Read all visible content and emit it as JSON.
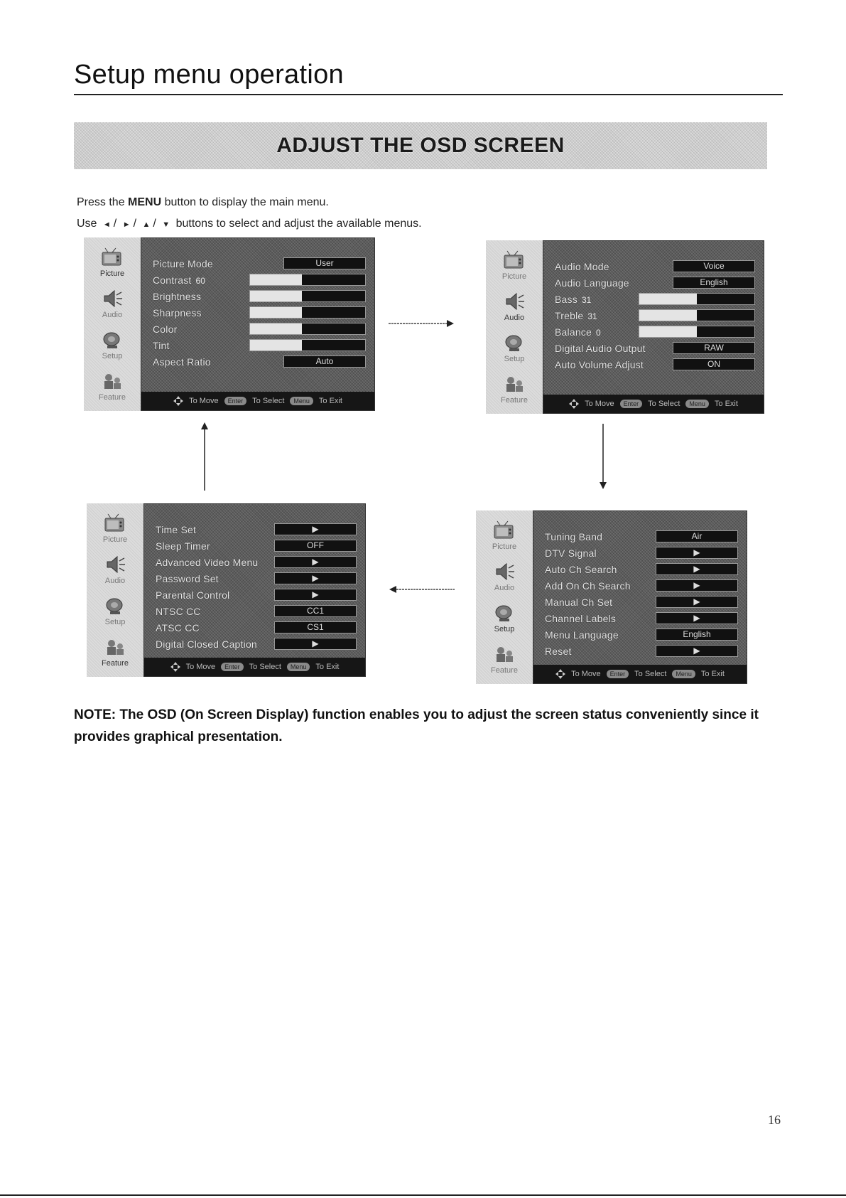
{
  "page": {
    "title": "Setup menu operation",
    "banner": "ADJUST THE OSD SCREEN",
    "intro_line1_pre": "Press the ",
    "intro_line1_bold": "MENU",
    "intro_line1_post": " button to display the main menu.",
    "intro_line2_pre": "Use",
    "intro_line2_post": "buttons to select and adjust the available menus.",
    "note": "NOTE: The OSD (On Screen Display) function enables you to adjust the screen status conveniently since it provides graphical presentation.",
    "page_number": "16"
  },
  "sidebar_labels": {
    "picture": "Picture",
    "audio": "Audio",
    "setup": "Setup",
    "feature": "Feature"
  },
  "footer": {
    "move": "To Move",
    "enter_pill": "Enter",
    "select": "To Select",
    "menu_pill": "Menu",
    "exit": "To Exit"
  },
  "screens": {
    "picture": {
      "rows": [
        {
          "label": "Picture Mode",
          "value": "User"
        },
        {
          "label": "Contrast",
          "num": "60",
          "level": 0.45
        },
        {
          "label": "Brightness",
          "level": 0.45
        },
        {
          "label": "Sharpness",
          "level": 0.45
        },
        {
          "label": "Color",
          "level": 0.45
        },
        {
          "label": "Tint",
          "level": 0.45
        },
        {
          "label": "Aspect Ratio",
          "value": "Auto"
        }
      ]
    },
    "audio": {
      "rows": [
        {
          "label": "Audio Mode",
          "value": "Voice"
        },
        {
          "label": "Audio Language",
          "value": "English"
        },
        {
          "label": "Bass",
          "num": "31",
          "level": 0.5
        },
        {
          "label": "Treble",
          "num": "31",
          "level": 0.5
        },
        {
          "label": "Balance",
          "num": "0",
          "level": 0.5
        },
        {
          "label": "Digital Audio Output",
          "value": "RAW"
        },
        {
          "label": "Auto Volume Adjust",
          "value": "ON"
        }
      ]
    },
    "feature": {
      "rows": [
        {
          "label": "Time Set",
          "value": "▶"
        },
        {
          "label": "Sleep Timer",
          "value": "OFF"
        },
        {
          "label": "Advanced Video Menu",
          "value": "▶"
        },
        {
          "label": "Password Set",
          "value": "▶"
        },
        {
          "label": "Parental Control",
          "value": "▶"
        },
        {
          "label": "NTSC CC",
          "value": "CC1"
        },
        {
          "label": "ATSC CC",
          "value": "CS1"
        },
        {
          "label": "Digital Closed Caption",
          "value": "▶"
        }
      ]
    },
    "setup": {
      "rows": [
        {
          "label": "Tuning Band",
          "value": "Air"
        },
        {
          "label": "DTV Signal",
          "value": "▶"
        },
        {
          "label": "Auto Ch Search",
          "value": "▶"
        },
        {
          "label": "Add On Ch Search",
          "value": "▶"
        },
        {
          "label": "Manual Ch Set",
          "value": "▶"
        },
        {
          "label": "Channel Labels",
          "value": "▶"
        },
        {
          "label": "Menu Language",
          "value": "English"
        },
        {
          "label": "Reset",
          "value": "▶"
        }
      ]
    }
  }
}
